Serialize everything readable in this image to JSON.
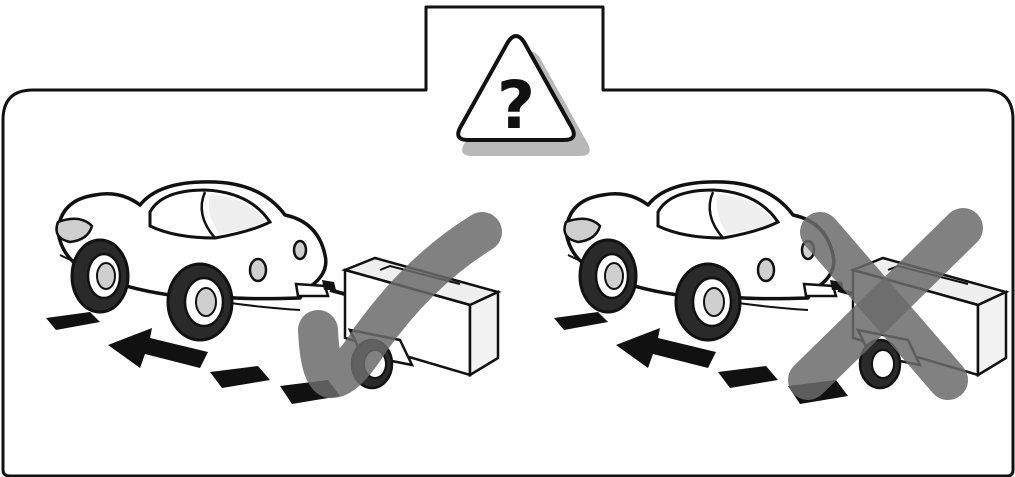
{
  "header": {
    "warning_symbol": "?",
    "icon": "question-warning-icon"
  },
  "panels": [
    {
      "id": "left",
      "verdict": "correct",
      "verdict_icon": "checkmark-icon",
      "scene": "car-towing-trailer-reversing",
      "direction": "reverse"
    },
    {
      "id": "right",
      "verdict": "incorrect",
      "verdict_icon": "cross-icon",
      "scene": "car-towing-trailer-reversing",
      "direction": "reverse"
    }
  ],
  "colors": {
    "outline": "#111111",
    "fill": "#ffffff",
    "shade": "#dcdcdc",
    "mark": "#6b6b6b",
    "shadow": "#9a9a9a"
  }
}
